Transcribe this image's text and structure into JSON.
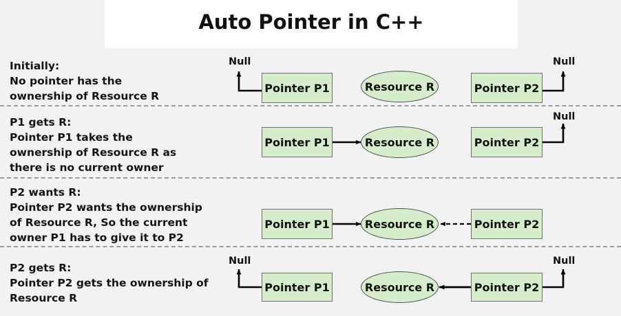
{
  "header": {
    "title": "Auto Pointer in C++",
    "background": "#ffffff"
  },
  "theme": {
    "page_background": "#f2f2f2",
    "node_fill": "#d5edca",
    "node_stroke": "#6f6f6f",
    "text_color": "#111111",
    "divider_color": "#9a9a9a"
  },
  "labels": {
    "null": "Null",
    "pointer_p1": "Pointer P1",
    "pointer_p2": "Pointer P2",
    "resource_r": "Resource R"
  },
  "rows": [
    {
      "id": "initially",
      "desc_lines": [
        "Initially:",
        "No pointer has the",
        "ownership of Resource R"
      ],
      "p1_label": "Pointer P1",
      "resource_label": "Resource R",
      "p2_label": "Pointer P2",
      "p1_null_label": "Null",
      "p2_null_label": "Null",
      "p1_points_to": "null",
      "p2_points_to": "null",
      "p1_arrow_style": "none",
      "p2_arrow_style": "none"
    },
    {
      "id": "p1-gets-r",
      "desc_lines": [
        "P1 gets R:",
        "Pointer P1 takes the",
        "ownership of Resource R as",
        "there is no current owner"
      ],
      "p1_label": "Pointer P1",
      "resource_label": "Resource R",
      "p2_label": "Pointer P2",
      "p2_null_label": "Null",
      "p1_points_to": "resource",
      "p2_points_to": "null",
      "p1_arrow_style": "solid",
      "p2_arrow_style": "none"
    },
    {
      "id": "p2-wants-r",
      "desc_lines": [
        "P2 wants R:",
        "Pointer P2 wants the ownership",
        "of Resource R, So the current",
        "owner P1 has to give it to P2"
      ],
      "p1_label": "Pointer P1",
      "resource_label": "Resource R",
      "p2_label": "Pointer P2",
      "p1_points_to": "resource",
      "p2_points_to": "resource",
      "p1_arrow_style": "solid",
      "p2_arrow_style": "dashed"
    },
    {
      "id": "p2-gets-r",
      "desc_lines": [
        "P2 gets R:",
        "Pointer P2 gets the ownership of",
        "Resource R"
      ],
      "p1_label": "Pointer P1",
      "resource_label": "Resource R",
      "p2_label": "Pointer P2",
      "p1_null_label": "Null",
      "p2_null_label": "Null",
      "p1_points_to": "null",
      "p2_points_to": "resource",
      "p1_arrow_style": "none",
      "p2_arrow_style": "solid"
    }
  ]
}
